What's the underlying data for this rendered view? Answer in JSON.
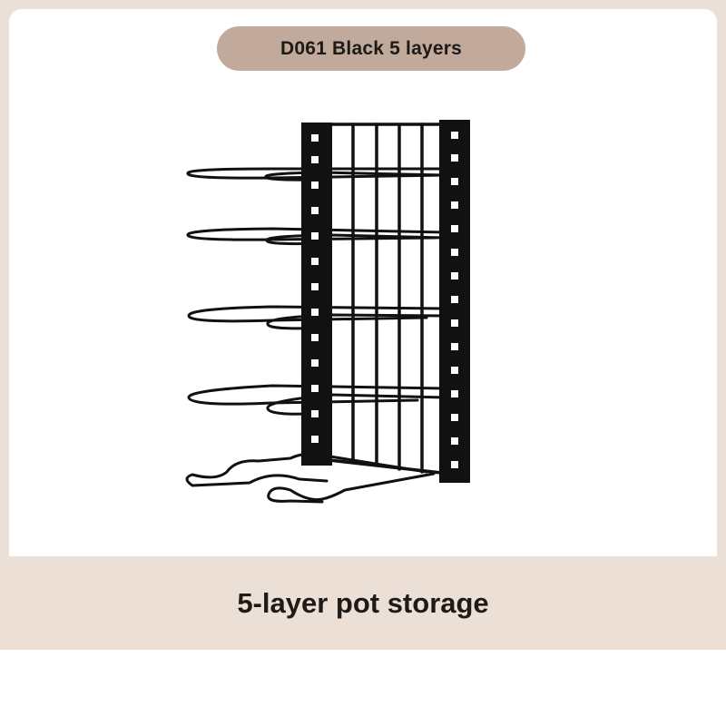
{
  "variant_label": "D061 Black 5 layers",
  "caption": "5-layer pot storage",
  "product_image": {
    "subject": "black metal pot rack",
    "layer_count": 5,
    "color": "#111111"
  },
  "colors": {
    "background": "#ecdfd6",
    "pill": "#c1aa9b",
    "text": "#1e1a18"
  }
}
